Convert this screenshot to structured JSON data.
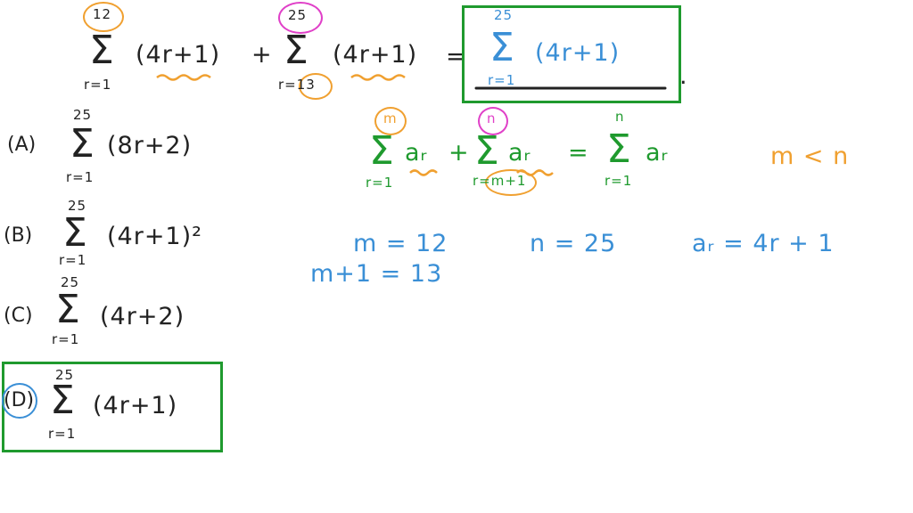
{
  "colors": {
    "ink": "#222222",
    "green": "#1f9a2e",
    "blue": "#3a8fd6",
    "orange": "#f0a030",
    "pink": "#e040c8"
  },
  "problem": {
    "sum1": {
      "upper": "12",
      "lower": "r=1",
      "term": "(4r+1)"
    },
    "plus": "+",
    "sum2": {
      "upper": "25",
      "lower": "r=13",
      "term": "(4r+1)"
    },
    "equals": "=",
    "answer": {
      "upper": "25",
      "lower": "r=1",
      "term": "(4r+1)"
    },
    "period": "."
  },
  "options": [
    {
      "label": "(A)",
      "upper": "25",
      "lower": "r=1",
      "term": "(8r+2)"
    },
    {
      "label": "(B)",
      "upper": "25",
      "lower": "r=1",
      "term": "(4r+1)²"
    },
    {
      "label": "(C)",
      "upper": "25",
      "lower": "r=1",
      "term": "(4r+2)"
    },
    {
      "label": "(D)",
      "upper": "25",
      "lower": "r=1",
      "term": "(4r+1)"
    }
  ],
  "rule": {
    "sum_a": {
      "upper": "m",
      "lower": "r=1",
      "term": "aᵣ"
    },
    "plus": "+",
    "sum_b": {
      "upper": "n",
      "lower": "r=m+1",
      "term": "aᵣ"
    },
    "equals": "=",
    "sum_c": {
      "upper": "n",
      "lower": "r=1",
      "term": "aᵣ"
    },
    "condition": "m < n"
  },
  "work": {
    "m_value": "m = 12",
    "m_plus_one": "m+1 = 13",
    "n_value": "n = 25",
    "a_r": "aᵣ = 4r + 1"
  }
}
